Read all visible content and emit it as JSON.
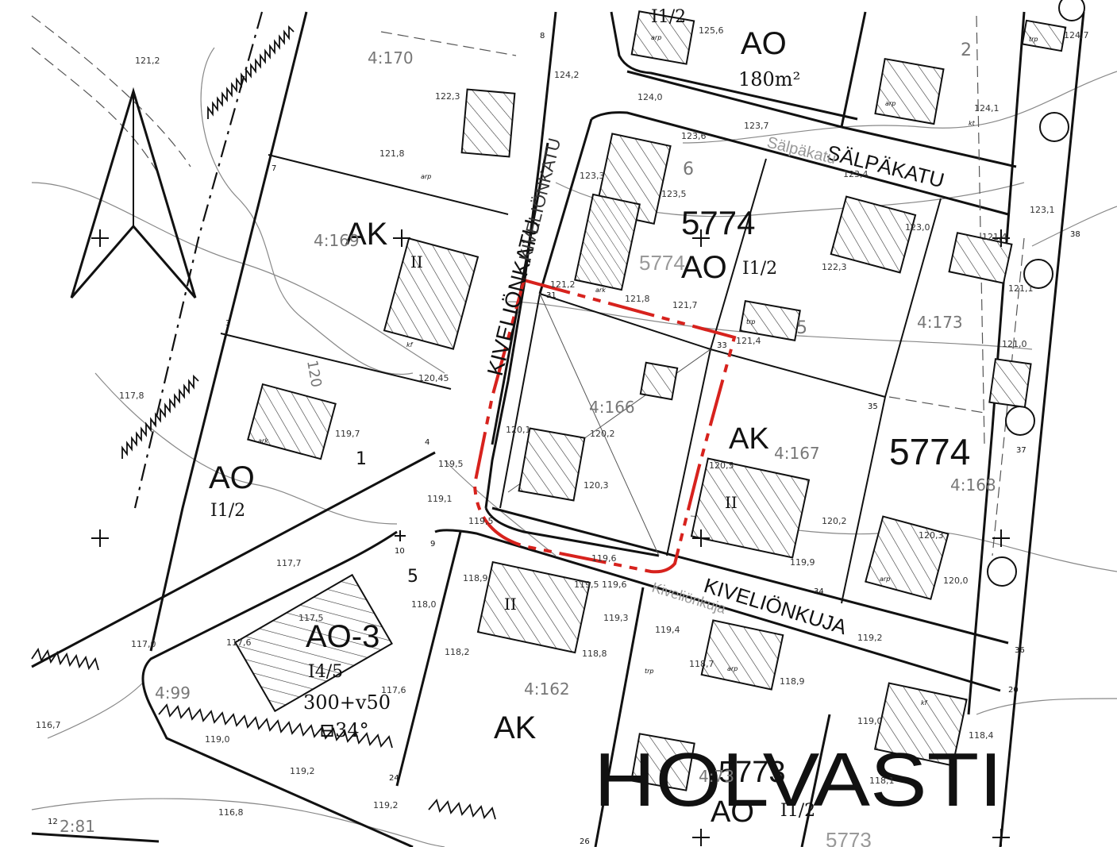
{
  "place_name": "HOLVASTI",
  "colors": {
    "boundary": "#d7221d",
    "ink": "#111111",
    "contour": "#888888"
  },
  "streets": {
    "kivelionkatu": "KIVELIÖNKATU",
    "kivelionkatu_faded": "KIVELIÖNKATU",
    "salpakatu": "SÄLPÄKATU",
    "salpakatu_faded": "Sälpäkatu",
    "kivelionkuja": "KIVELIÖNKUJA",
    "kivelionkuja_faded": "Kiveliönkuja"
  },
  "blocks": {
    "b5774_top": "5774",
    "b5774_top_faded": "5774",
    "b5774_right": "5774",
    "b5773": "5773",
    "b5773_faded": "5773"
  },
  "zones": {
    "ao_top": "AO",
    "ao_top_area": "180m²",
    "ao_top_floors": "I1/2",
    "ak_left": "AK",
    "ao_mid": "AO",
    "ao_mid_floors": "I1/2",
    "ak_mid": "AK",
    "ao_left": "AO",
    "ao_left_floors": "I1/2",
    "ao3": "AO-3",
    "ao3_floors": "I4/5",
    "ao3_area": "300+v50",
    "ao3_roof": "⊟34°",
    "ak_bottom": "AK",
    "ao_bottom": "AO",
    "ao_bottom_floors": "I1/2"
  },
  "floor_marks": {
    "f1": "II",
    "f2": "II",
    "f3": "II"
  },
  "parcels": {
    "p170": "4:170",
    "p169": "4:169",
    "p166": "4:166",
    "p167": "4:167",
    "p173": "4:173",
    "p168": "4:168",
    "p162": "4:162",
    "p99": "4:99",
    "p81": "2:81",
    "p173b": "4:73"
  },
  "lot_numbers": {
    "l1": "1",
    "l2": "2",
    "l5a": "5",
    "l5b": "5",
    "l6": "6",
    "l120": "120"
  },
  "elevations": {
    "e1": "121,2",
    "e2": "122,3",
    "e3": "121,8",
    "e4": "124,2",
    "e5": "124,0",
    "e6": "123,7",
    "e7": "123,6",
    "e8": "123,3",
    "e9": "123,5",
    "e10": "121,2",
    "e11": "121,8",
    "e12": "121,7",
    "e13": "121,4",
    "e14": "122,3",
    "e15": "123,0",
    "e16": "123,4",
    "e17": "121,1",
    "e18": "121,0",
    "e19": "120,45",
    "e20": "119,7",
    "e21": "119,5",
    "e22": "119,1",
    "e23": "117,8",
    "e24": "120,1",
    "e25": "120,2",
    "e26": "120,3",
    "e27": "120,5",
    "e28": "120,2",
    "e29": "120,3",
    "e30": "120,0",
    "e31": "119,9",
    "e32": "119,6",
    "e33": "119,5",
    "e34": "117,7",
    "e35": "117,0",
    "e36": "117,5",
    "e37": "118,0",
    "e38": "118,9",
    "e39": "119,5",
    "e40": "119,6",
    "e41": "119,3",
    "e42": "118,8",
    "e43": "119,4",
    "e44": "118,7",
    "e45": "118,2",
    "e46": "117,6",
    "e47": "117,6",
    "e48": "118,9",
    "e49": "119,0",
    "e50": "118,4",
    "e51": "116,7",
    "e52": "116,8",
    "e53": "119,0",
    "e54": "119,2",
    "e55": "119,2",
    "e56": "119,2",
    "e57": "118,1",
    "e58": "124,1",
    "e59": "125,6",
    "e60": "124,7",
    "e61": "123,1",
    "e62": "121,4"
  },
  "point_ids": {
    "n31": "31",
    "n33": "33",
    "n35": "35",
    "n37": "37",
    "n38": "38",
    "n36": "36",
    "n34": "34",
    "n10": "10",
    "n9": "9",
    "n8": "8",
    "n24": "24",
    "n26": "26",
    "n3": "3",
    "n4": "4",
    "n7": "7",
    "n12": "12",
    "n20": "20"
  },
  "symbols": {
    "arp": "arp",
    "kt": "kt",
    "trp": "trp",
    "ark": "ark",
    "kf": "kf"
  }
}
